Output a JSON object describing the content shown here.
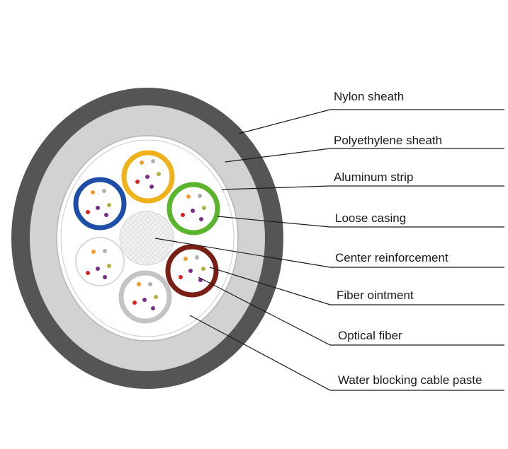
{
  "labels": {
    "nylon_sheath": "Nylon sheath",
    "polyethylene_sheath": "Polyethylene sheath",
    "aluminum_strip": "Aluminum strip",
    "loose_casing": "Loose casing",
    "center_reinforcement": "Center reinforcement",
    "fiber_ointment": "Fiber ointment",
    "optical_fiber": "Optical fiber",
    "water_blocking_cable_paste": "Water blocking cable paste"
  },
  "colors": {
    "nylon_sheath": "#555555",
    "polyethylene_sheath": "#d2d2d2",
    "tube_blue": "#1f4ea8",
    "tube_orange": "#f0b21a",
    "tube_green": "#5ab52c",
    "tube_brown": "#7a1f14",
    "tube_grey": "#c4c4c4",
    "tube_white": "#e6e6e6",
    "fiber_orange": "#f29a2a",
    "fiber_grey": "#b0b0b0",
    "fiber_red": "#e02020",
    "fiber_purple": "#7a2a8c",
    "fiber_olive": "#b0b040"
  },
  "tubes": [
    "blue",
    "orange",
    "green",
    "brown",
    "grey",
    "white"
  ]
}
